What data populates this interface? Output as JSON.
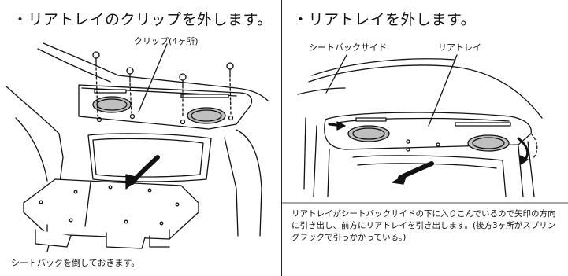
{
  "left_panel": {
    "title": "・リアトレイのクリップを外します。",
    "callout_clips": "クリップ(4ヶ所)",
    "caption": "シートバックを倒しておきます。"
  },
  "right_panel": {
    "title": "・リアトレイを外します。",
    "callout_seatback_side": "シートバックサイド",
    "callout_rear_tray": "リアトレイ",
    "note": "リアトレイがシートバックサイドの下に入りこんでいるので矢印の方向に引き出し、前方にリアトレイを引き出します。(後方3ヶ所がスプリングフックで引っかかっている。)"
  }
}
